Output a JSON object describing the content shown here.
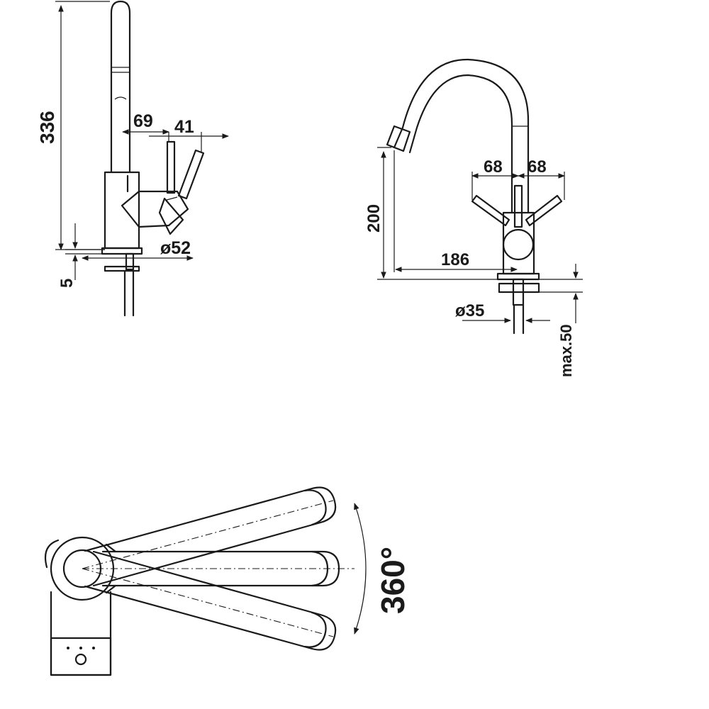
{
  "side_view": {
    "height_label": "336",
    "spout_offset_label": "69",
    "lever_offset_label": "41",
    "base_diameter_label": "ø52",
    "base_thickness_label": "5"
  },
  "front_view": {
    "left_lever_label": "68",
    "right_lever_label": "68",
    "spout_height_label": "200",
    "spout_reach_label": "186",
    "hole_diameter_label": "ø35",
    "max_thickness_label": "max.50"
  },
  "top_view": {
    "rotation_label": "360°"
  }
}
